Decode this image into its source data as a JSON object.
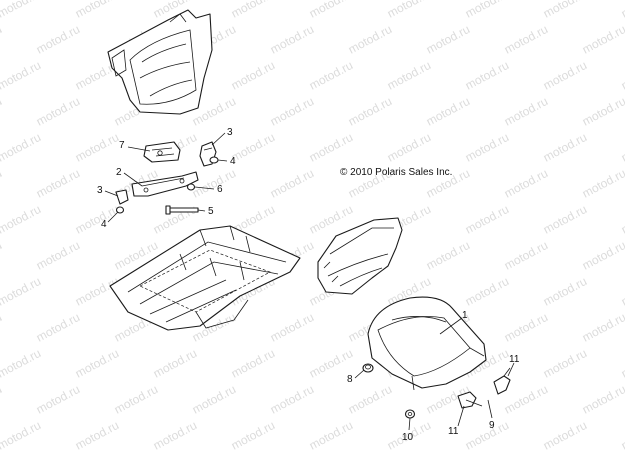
{
  "copyright": "© 2010 Polaris Sales Inc.",
  "watermark_text": "motod.ru",
  "callouts": {
    "c1": "1",
    "c2": "2",
    "c3a": "3",
    "c3b": "3",
    "c4a": "4",
    "c4b": "4",
    "c5": "5",
    "c6": "6",
    "c7": "7",
    "c8": "8",
    "c9": "9",
    "c10": "10",
    "c11a": "11",
    "c11b": "11"
  },
  "colors": {
    "line": "#1a1a1a",
    "watermark": "#dcdcdc",
    "background": "#ffffff"
  }
}
